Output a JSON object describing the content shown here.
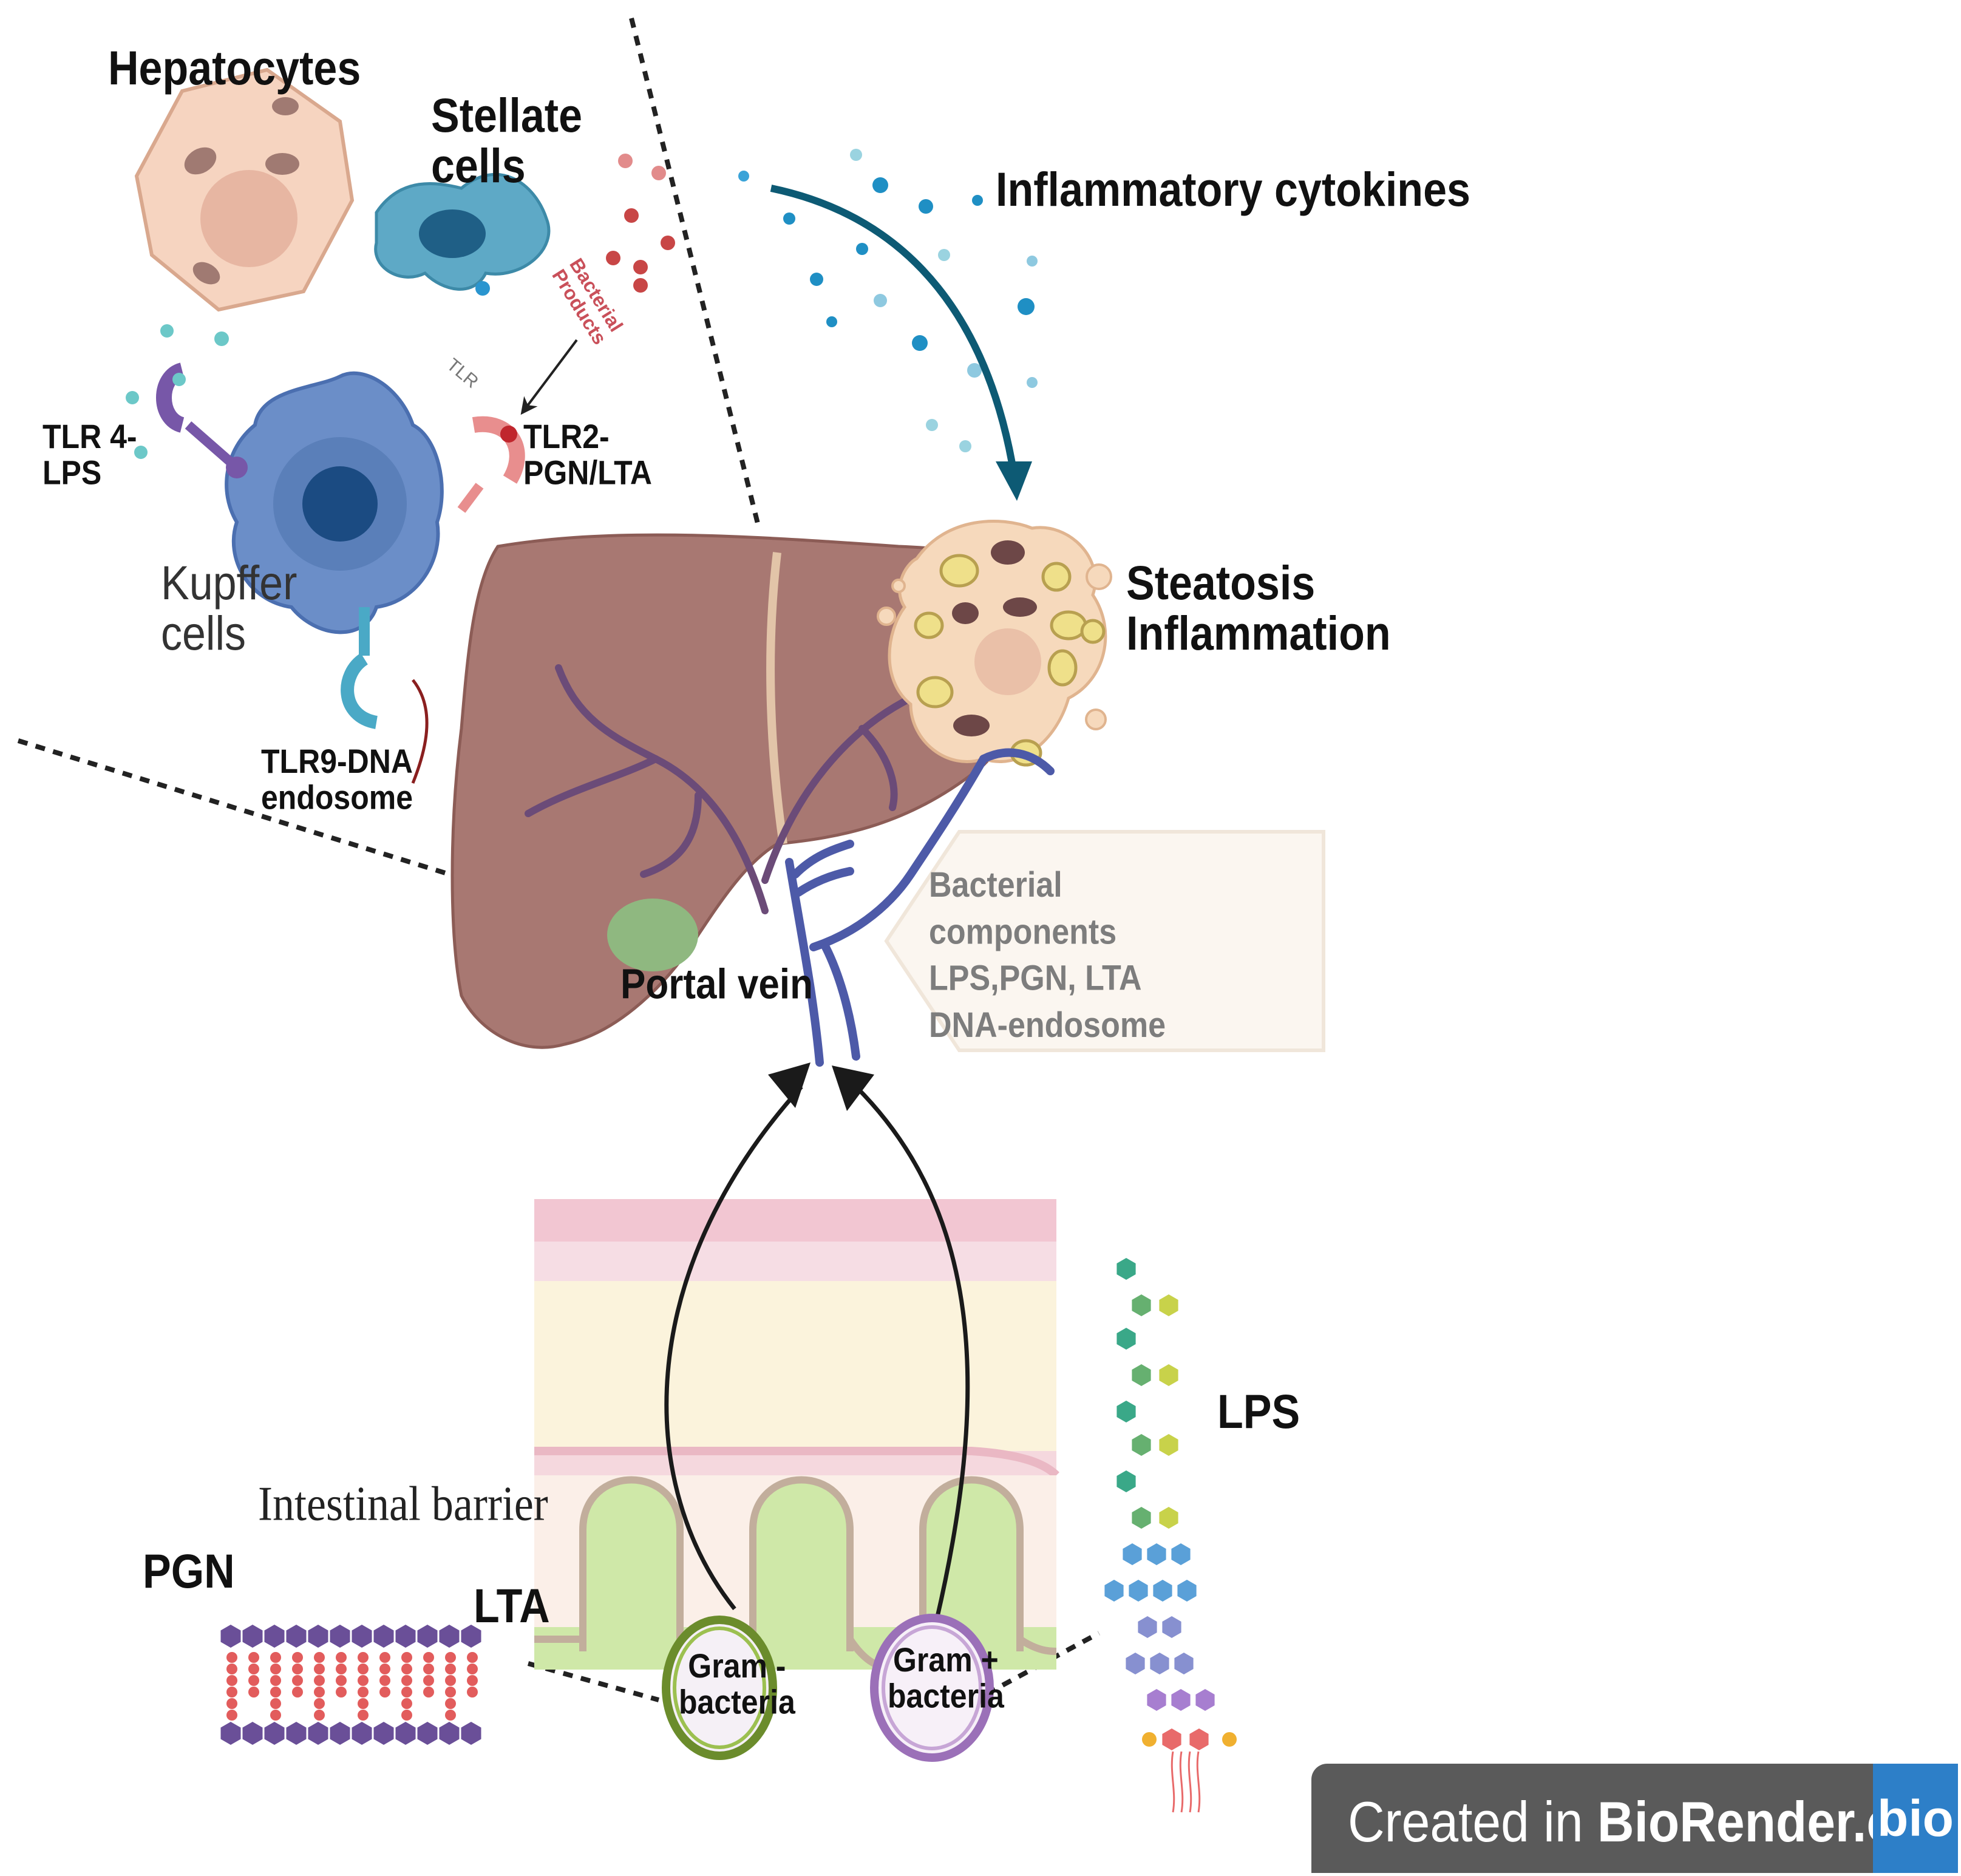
{
  "labels": {
    "hepatocytes": "Hepatocytes",
    "stellate": [
      "Stellate",
      "cells"
    ],
    "inflammatory": "Inflammatory cytokines",
    "bacterial_products": [
      "Bacterial",
      "Products"
    ],
    "tlr": "TLR",
    "tlr4": [
      "TLR 4-",
      "LPS"
    ],
    "tlr2": [
      "TLR2-",
      "PGN/LTA"
    ],
    "kupffer": [
      "Kupffer",
      "cells"
    ],
    "tlr9": [
      "TLR9-DNA",
      "endosome"
    ],
    "steatosis": [
      "Steatosis",
      "Inflammation"
    ],
    "bacterial_components": [
      "Bacterial",
      "components",
      "LPS,PGN, LTA",
      "DNA-endosome"
    ],
    "portal_vein": "Portal vein",
    "lps": "LPS",
    "intestinal_barrier": "Intestinal barrier",
    "pgn": "PGN",
    "lta": "LTA",
    "gram_neg": [
      "Gram -",
      "bacteria"
    ],
    "gram_pos": [
      "Gram +",
      "bacteria"
    ]
  },
  "badge": {
    "prefix": "Created in ",
    "brand": "BioRender.com",
    "logo": "bio"
  },
  "colors": {
    "liver": "#a87872",
    "vein": "#4d5aa8",
    "cytokine": "#1f8fc4",
    "arrow_dark_teal": "#0d5a74",
    "kupffer": "#6b8ec8",
    "stellate": "#5ea2c2",
    "hepatocyte": "#f4cdb8",
    "gram_neg": "#6b8c2c",
    "gram_pos": "#9b70b8",
    "pgn_hex": "#6a4f98",
    "pgn_bead": "#e25c5c"
  }
}
